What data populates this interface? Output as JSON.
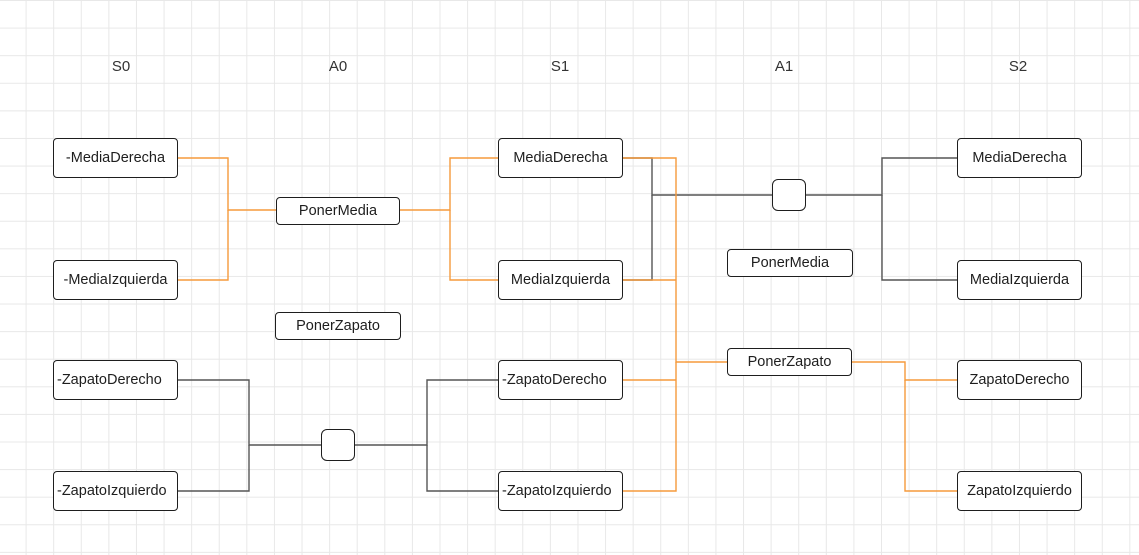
{
  "colors": {
    "selected_wire": "#f59a3c",
    "default_wire": "#555555"
  },
  "columns": [
    "S0",
    "A0",
    "S1",
    "A1",
    "S2"
  ],
  "s0": {
    "media_derecha": "-MediaDerecha",
    "media_izquierda": "-MediaIzquierda",
    "zapato_derecho": "-ZapatoDerecho",
    "zapato_izquierdo": "-ZapatoIzquierdo"
  },
  "a0": {
    "poner_media": "PonerMedia",
    "poner_zapato": "PonerZapato"
  },
  "s1": {
    "media_derecha": "MediaDerecha",
    "media_izquierda": "MediaIzquierda",
    "zapato_derecho": "-ZapatoDerecho",
    "zapato_izquierdo": "-ZapatoIzquierdo"
  },
  "a1": {
    "poner_media": "PonerMedia",
    "poner_zapato": "PonerZapato"
  },
  "s2": {
    "media_derecha": "MediaDerecha",
    "media_izquierda": "MediaIzquierda",
    "zapato_derecho": "ZapatoDerecho",
    "zapato_izquierdo": "ZapatoIzquierdo"
  }
}
